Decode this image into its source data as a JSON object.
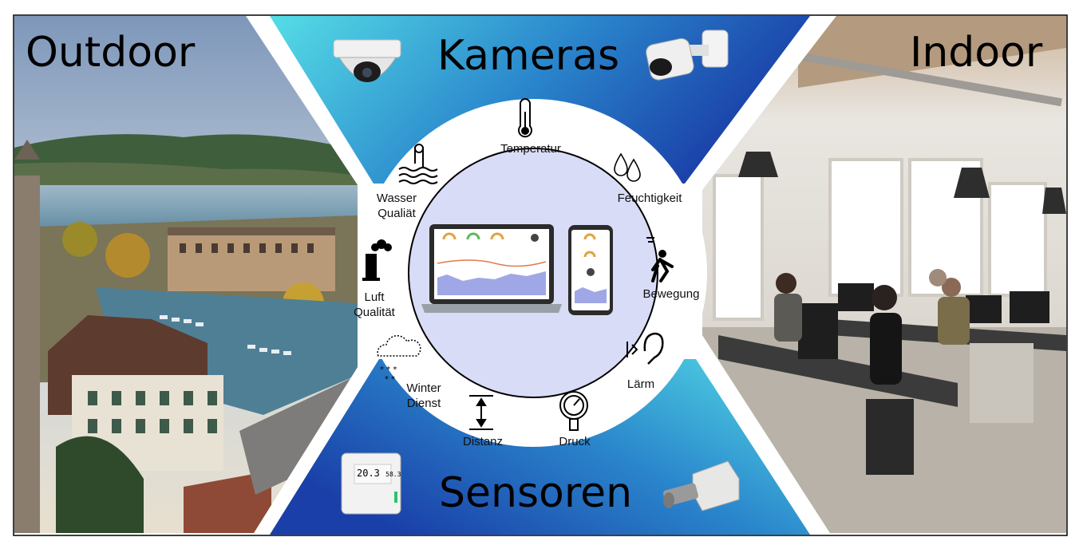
{
  "sections": {
    "outdoor": "Outdoor",
    "kameras": "Kameras",
    "indoor": "Indoor",
    "sensoren": "Sensoren"
  },
  "sensors": {
    "temperatur": "Temperatur",
    "feuchtigkeit": "Feuchtigkeit",
    "bewegung": "Bewegung",
    "laerm": "Lärm",
    "druck": "Druck",
    "distanz": "Distanz",
    "winter_line1": "Winter",
    "winter_line2": "Dienst",
    "luft_line1": "Luft",
    "luft_line2": "Qualität",
    "wasser_line1": "Wasser",
    "wasser_line2": "Qualiät"
  },
  "device_display": {
    "value": "20.3",
    "secondary": "58.3"
  },
  "colors": {
    "banner_light": "#4fd6e3",
    "banner_dark": "#1b4fb0",
    "circle_inner": "#d8dcf6",
    "border": "#000000"
  }
}
